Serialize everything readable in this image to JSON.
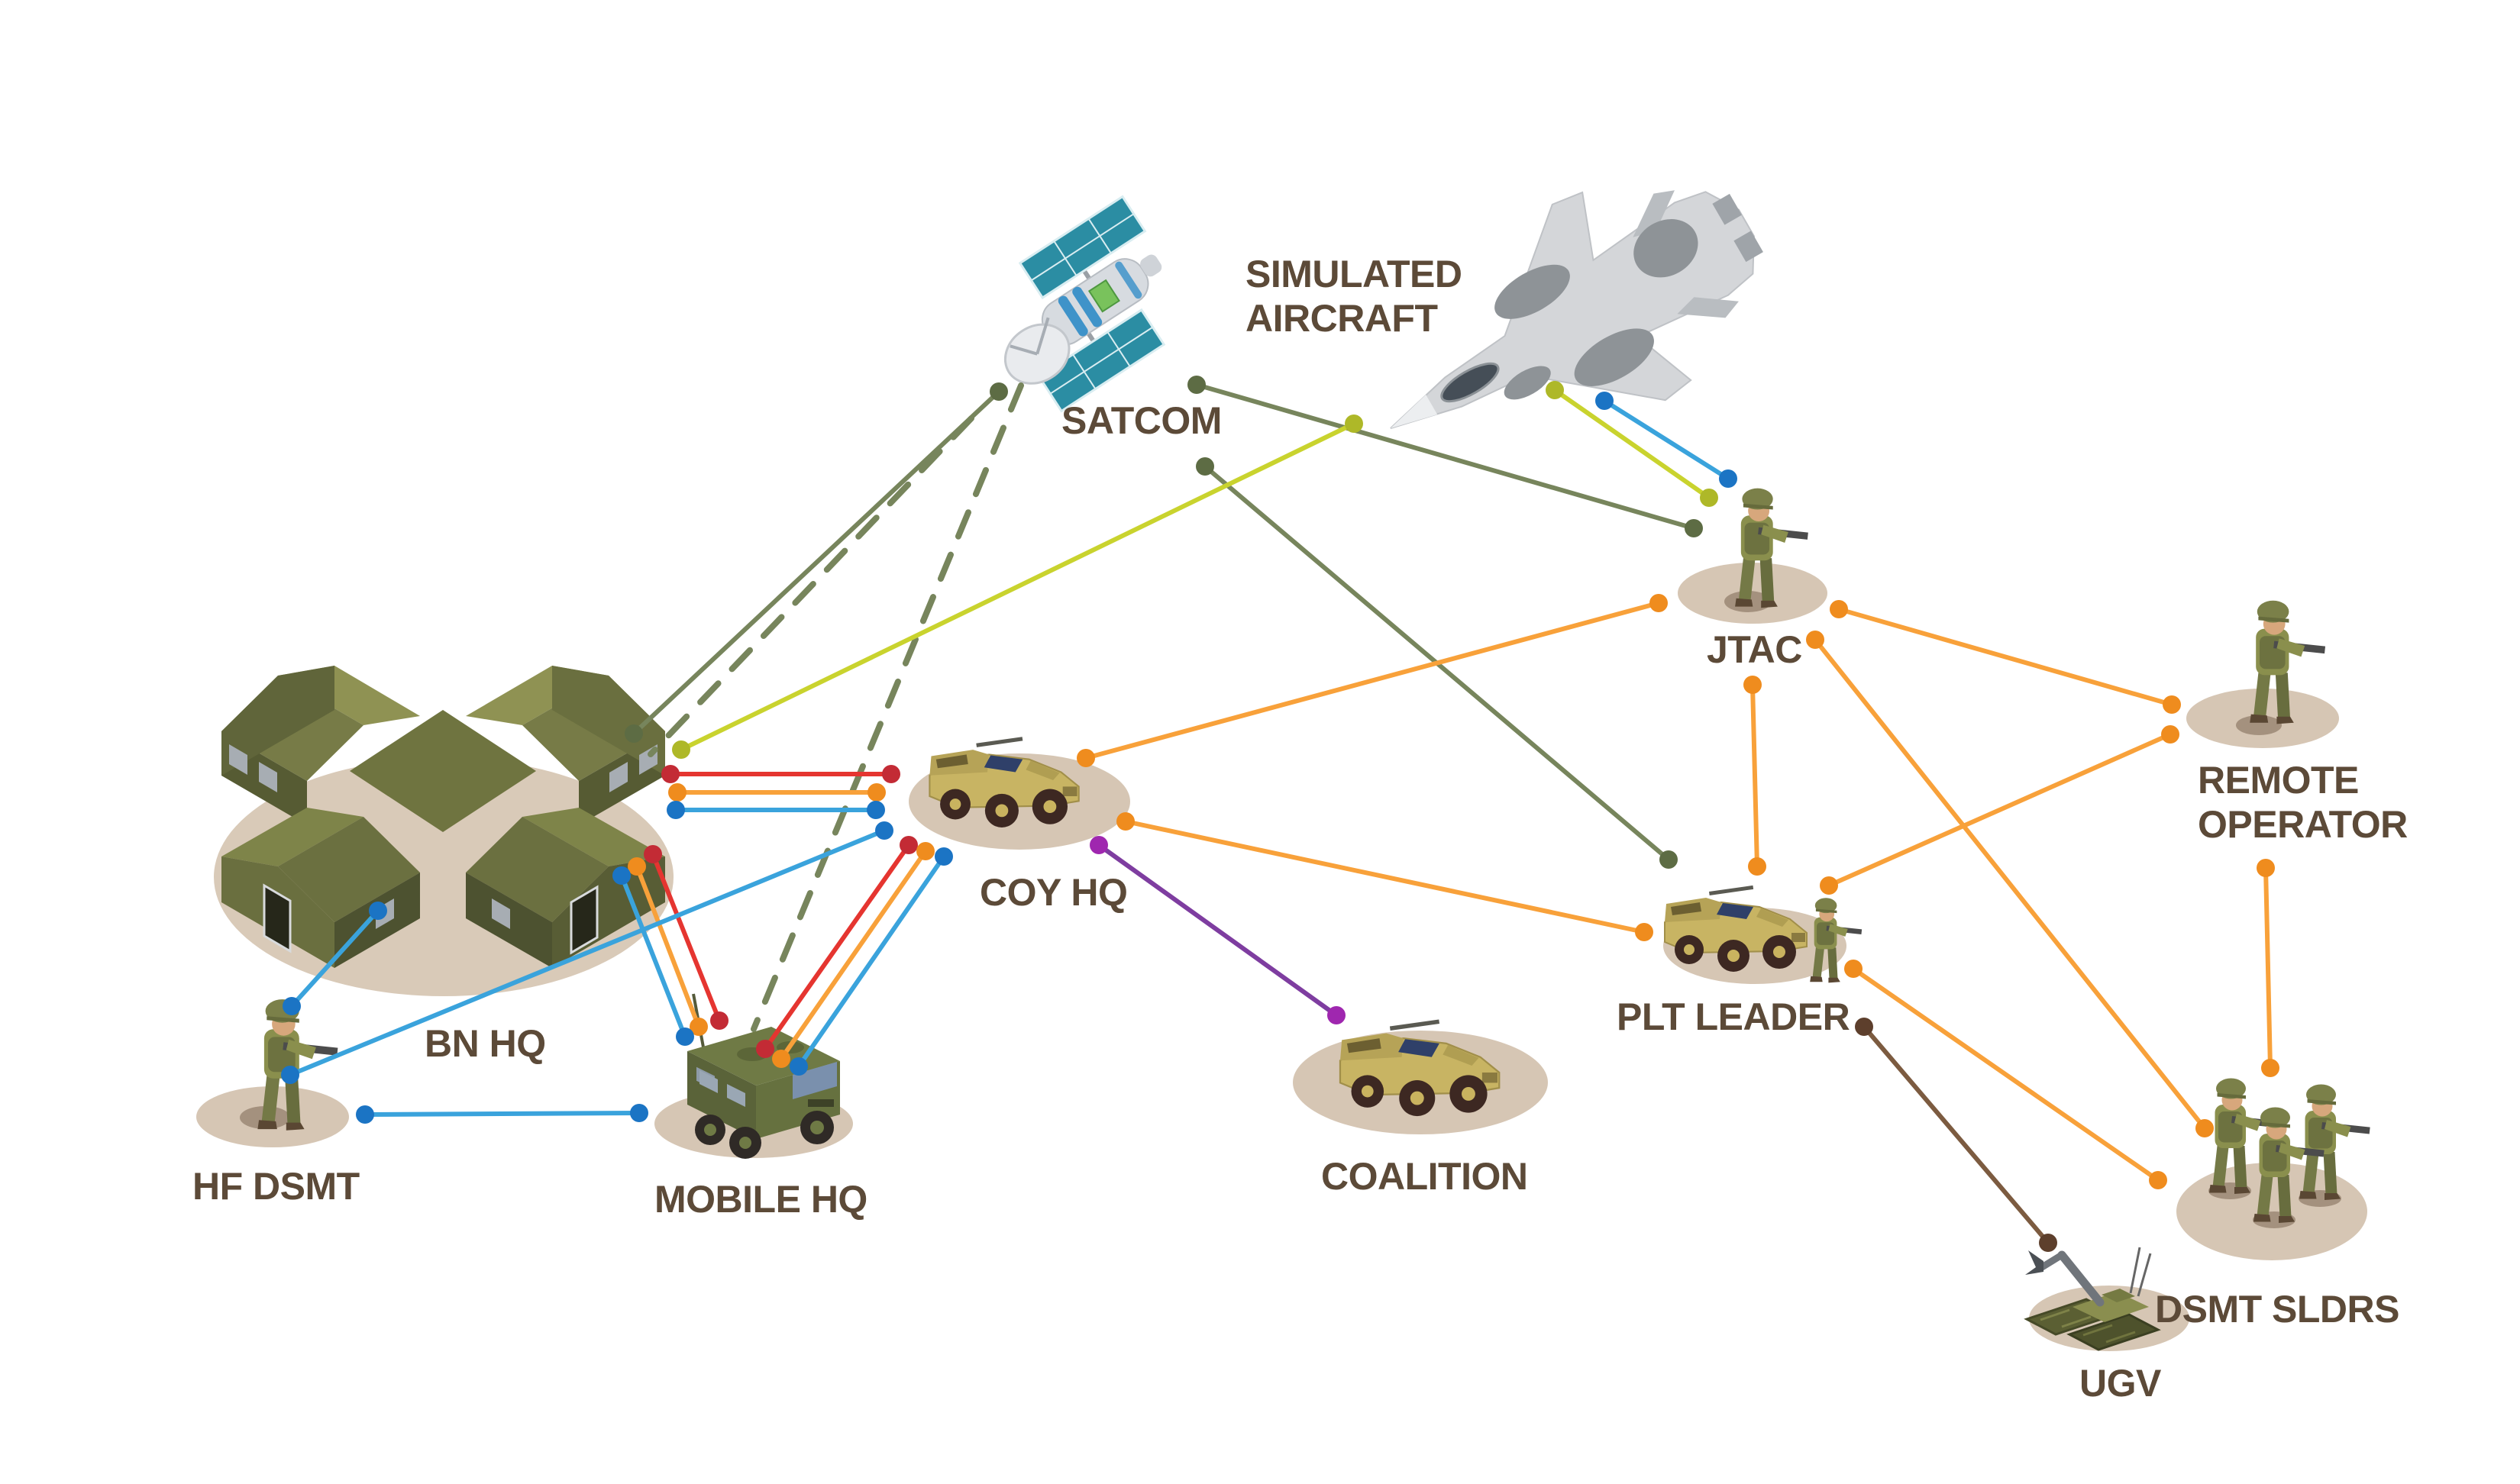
{
  "nodes": {
    "satcom": {
      "label": "SATCOM",
      "type": "communications-satellite"
    },
    "simulated_aircraft": {
      "label": "SIMULATED\nAIRCRAFT",
      "type": "fighter-jet"
    },
    "jtac": {
      "label": "JTAC",
      "type": "soldier"
    },
    "remote_operator": {
      "label": "REMOTE\nOPERATOR",
      "type": "soldier"
    },
    "bn_hq": {
      "label": "BN HQ",
      "type": "hq-tent-complex"
    },
    "coy_hq": {
      "label": "COY HQ",
      "type": "armored-vehicle"
    },
    "mobile_hq": {
      "label": "MOBILE HQ",
      "type": "command-truck"
    },
    "hf_dsmt": {
      "label": "HF DSMT",
      "type": "soldier"
    },
    "coalition": {
      "label": "COALITION",
      "type": "armored-vehicle"
    },
    "plt_leader": {
      "label": "PLT LEADER",
      "type": "armored-vehicle-with-soldier"
    },
    "dsmt_sldrs": {
      "label": "DSMT SLDRS",
      "type": "soldier-group"
    },
    "ugv": {
      "label": "UGV",
      "type": "tracked-robot"
    }
  },
  "links": [
    {
      "from": "satcom",
      "to": "bn_hq",
      "color": "olive",
      "style": "solid"
    },
    {
      "from": "satcom",
      "to": "bn_hq",
      "color": "olive",
      "style": "dashed"
    },
    {
      "from": "satcom",
      "to": "mobile_hq",
      "color": "olive",
      "style": "dashed"
    },
    {
      "from": "satcom",
      "to": "jtac",
      "color": "olive",
      "style": "solid"
    },
    {
      "from": "satcom",
      "to": "plt_leader",
      "color": "olive",
      "style": "solid"
    },
    {
      "from": "bn_hq",
      "to": "simulated_aircraft",
      "color": "lime",
      "style": "solid"
    },
    {
      "from": "simulated_aircraft",
      "to": "jtac",
      "color": "lime",
      "style": "solid"
    },
    {
      "from": "simulated_aircraft",
      "to": "jtac",
      "color": "blue",
      "style": "solid"
    },
    {
      "from": "bn_hq",
      "to": "coy_hq",
      "color": "red",
      "style": "solid"
    },
    {
      "from": "bn_hq",
      "to": "coy_hq",
      "color": "orange",
      "style": "solid"
    },
    {
      "from": "bn_hq",
      "to": "coy_hq",
      "color": "blue",
      "style": "solid"
    },
    {
      "from": "bn_hq",
      "to": "mobile_hq",
      "color": "red",
      "style": "solid"
    },
    {
      "from": "bn_hq",
      "to": "mobile_hq",
      "color": "orange",
      "style": "solid"
    },
    {
      "from": "bn_hq",
      "to": "mobile_hq",
      "color": "blue",
      "style": "solid"
    },
    {
      "from": "coy_hq",
      "to": "mobile_hq",
      "color": "red",
      "style": "solid"
    },
    {
      "from": "coy_hq",
      "to": "mobile_hq",
      "color": "orange",
      "style": "solid"
    },
    {
      "from": "coy_hq",
      "to": "mobile_hq",
      "color": "blue",
      "style": "solid"
    },
    {
      "from": "bn_hq",
      "to": "hf_dsmt",
      "color": "blue",
      "style": "solid"
    },
    {
      "from": "hf_dsmt",
      "to": "coy_hq",
      "color": "blue",
      "style": "solid"
    },
    {
      "from": "hf_dsmt",
      "to": "mobile_hq",
      "color": "blue",
      "style": "solid"
    },
    {
      "from": "coy_hq",
      "to": "jtac",
      "color": "orange",
      "style": "solid"
    },
    {
      "from": "coy_hq",
      "to": "plt_leader",
      "color": "orange",
      "style": "solid"
    },
    {
      "from": "coy_hq",
      "to": "coalition",
      "color": "purple",
      "style": "solid"
    },
    {
      "from": "jtac",
      "to": "remote_operator",
      "color": "orange",
      "style": "solid"
    },
    {
      "from": "jtac",
      "to": "plt_leader",
      "color": "orange",
      "style": "solid"
    },
    {
      "from": "jtac",
      "to": "dsmt_sldrs",
      "color": "orange",
      "style": "solid"
    },
    {
      "from": "plt_leader",
      "to": "remote_operator",
      "color": "orange",
      "style": "solid"
    },
    {
      "from": "plt_leader",
      "to": "dsmt_sldrs",
      "color": "orange",
      "style": "solid"
    },
    {
      "from": "remote_operator",
      "to": "dsmt_sldrs",
      "color": "orange",
      "style": "solid"
    },
    {
      "from": "plt_leader",
      "to": "ugv",
      "color": "brown",
      "style": "solid"
    }
  ],
  "colors": {
    "red": {
      "line": "#e53530",
      "dot": "#c32b35"
    },
    "orange": {
      "line": "#f8a13a",
      "dot": "#ef8c1e"
    },
    "blue": {
      "line": "#3aa3dc",
      "dot": "#1b74c4"
    },
    "lime": {
      "line": "#c9d32e",
      "dot": "#aeb828"
    },
    "olive": {
      "line": "#77855c",
      "dot": "#5d6c44"
    },
    "purple": {
      "line": "#7e3da0",
      "dot": "#9f27af"
    },
    "brown": {
      "line": "#7c5b40",
      "dot": "#5d3f2c"
    }
  },
  "text_color": "#5c4a38",
  "ground_color": "#d6c6b4"
}
